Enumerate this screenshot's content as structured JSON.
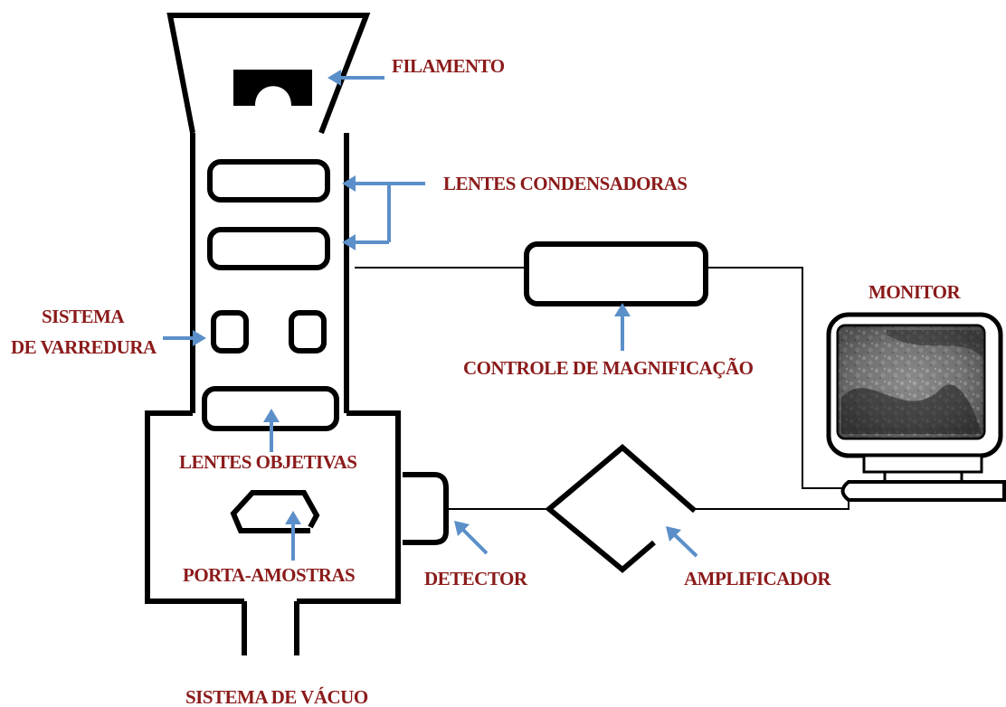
{
  "labels": {
    "filamento": "FILAMENTO",
    "lentes_condensadoras": "LENTES CONDENSADORAS",
    "sistema_varredura_line1": "SISTEMA",
    "sistema_varredura_line2": "DE VARREDURA",
    "lentes_objetivas": "LENTES OBJETIVAS",
    "porta_amostras": "PORTA-AMOSTRAS",
    "sistema_vacuo": "SISTEMA DE VÁCUO",
    "detector": "DETECTOR",
    "amplificador": "AMPLIFICADOR",
    "controle_magnificacao": "CONTROLE DE MAGNIFICAÇÃO",
    "monitor": "MONITOR"
  },
  "colors": {
    "label_text": "#8b1a1a",
    "arrow": "#5b8fc9",
    "outline": "#000000",
    "background": "#ffffff"
  }
}
